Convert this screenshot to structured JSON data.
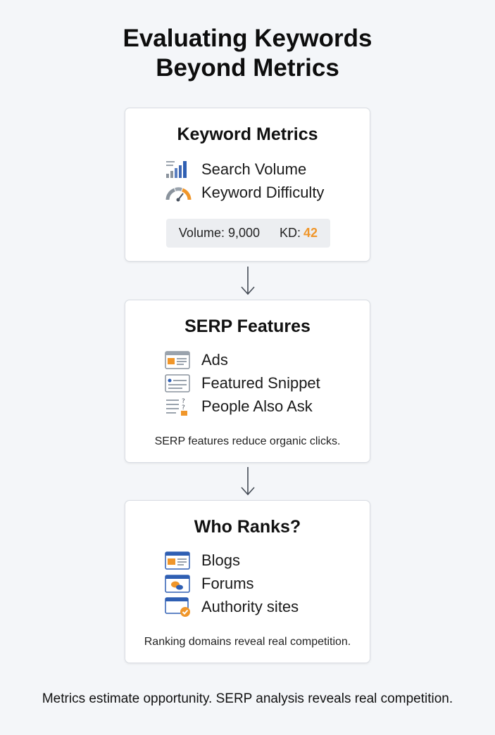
{
  "title_line1": "Evaluating Keywords",
  "title_line2": "Beyond Metrics",
  "cards": [
    {
      "title": "Keyword Metrics",
      "items": [
        {
          "icon": "bar-chart-icon",
          "label": "Search Volume"
        },
        {
          "icon": "gauge-icon",
          "label": "Keyword Difficulty"
        }
      ],
      "stats": {
        "volume": "Volume: 9,000",
        "kd_label": "KD:",
        "kd_value": "42"
      }
    },
    {
      "title": "SERP Features",
      "items": [
        {
          "icon": "ad-window-icon",
          "label": "Ads"
        },
        {
          "icon": "snippet-window-icon",
          "label": "Featured Snippet"
        },
        {
          "icon": "question-list-icon",
          "label": "People Also Ask"
        }
      ],
      "note": "SERP features reduce organic clicks."
    },
    {
      "title": "Who Ranks?",
      "items": [
        {
          "icon": "blog-window-icon",
          "label": "Blogs"
        },
        {
          "icon": "forum-window-icon",
          "label": "Forums"
        },
        {
          "icon": "authority-window-icon",
          "label": "Authority sites"
        }
      ],
      "note": "Ranking domains reveal real competition."
    }
  ],
  "footer": "Metrics estimate opportunity. SERP analysis reveals real competition.",
  "colors": {
    "accent_orange": "#f0962a",
    "accent_blue": "#2f5fb3",
    "background": "#f4f6f9"
  }
}
